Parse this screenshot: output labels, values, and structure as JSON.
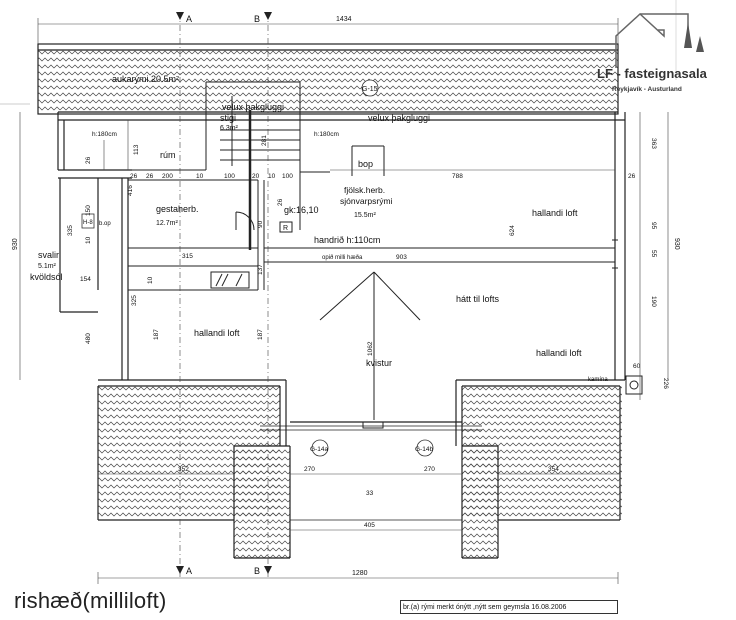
{
  "title": "rishæð(milliloft)",
  "note": "br.(a) rými merkt ónýtt ,nýtt sem geymsla 16.08.2006",
  "logo": {
    "name": "LF - fasteignasala",
    "sub": "Reykjavík - Austurland"
  },
  "sections": {
    "a": "A",
    "b": "B"
  },
  "rooms": {
    "aukarymi": "aukarými 20.5m²",
    "stigi": "stigi",
    "stigi_area": "6.3m²",
    "velux1": "velux þakgluggi",
    "velux2": "velux þakgluggi",
    "g15": "G-15",
    "rum": "rúm",
    "bop": "bop",
    "gestaherb": "gestaherb.",
    "gestaherb_area": "12.7m²",
    "fjolsk": "fjölsk.herb.",
    "sjonvarp": "sjónvarpsrými",
    "fjolsk_area": "15.5m²",
    "gk": "gk:16,10",
    "r": "R",
    "h8": "H-8",
    "bop2": "b.op",
    "svalir": "svalir",
    "svalir_area": "5.1m²",
    "kvoldsol": "kvöldsól",
    "handrid": "handrið h:110cm",
    "opid": "opið milli hæða",
    "hallandi1": "hallandi loft",
    "hallandi2": "hallandi loft",
    "hallandi3": "hallandi loft",
    "hatt": "hátt til lofts",
    "kvistur": "kvistur",
    "kamina": "kamína",
    "g14a": "G-14a",
    "g14b": "G-14b"
  },
  "dims": {
    "top": "1434",
    "bottom": "1280",
    "left": "930",
    "right": "930",
    "h180a": "h:180cm",
    "h180b": "h:180cm",
    "d113": "113",
    "d26a": "26",
    "d26b": "26",
    "d26c": "26",
    "d200": "200",
    "d10a": "10",
    "d100a": "100",
    "d20": "20",
    "d10b": "10",
    "d100b": "100",
    "d281": "281",
    "d788": "788",
    "d26d": "26",
    "d363": "363",
    "d416": "416",
    "d150": "150",
    "d335": "335",
    "d10c": "10",
    "d90": "90",
    "d26e": "26",
    "d624": "624",
    "d95": "95",
    "d55": "55",
    "d315": "315",
    "d137": "137",
    "d903": "903",
    "d154": "154",
    "d10d": "10",
    "d325": "325",
    "d187a": "187",
    "d187b": "187",
    "d1062": "1062",
    "d480": "480",
    "d190": "190",
    "d60": "60",
    "d226": "226",
    "d352": "352",
    "d270a": "270",
    "d270b": "270",
    "d354": "354",
    "d33": "33",
    "d405": "405"
  }
}
